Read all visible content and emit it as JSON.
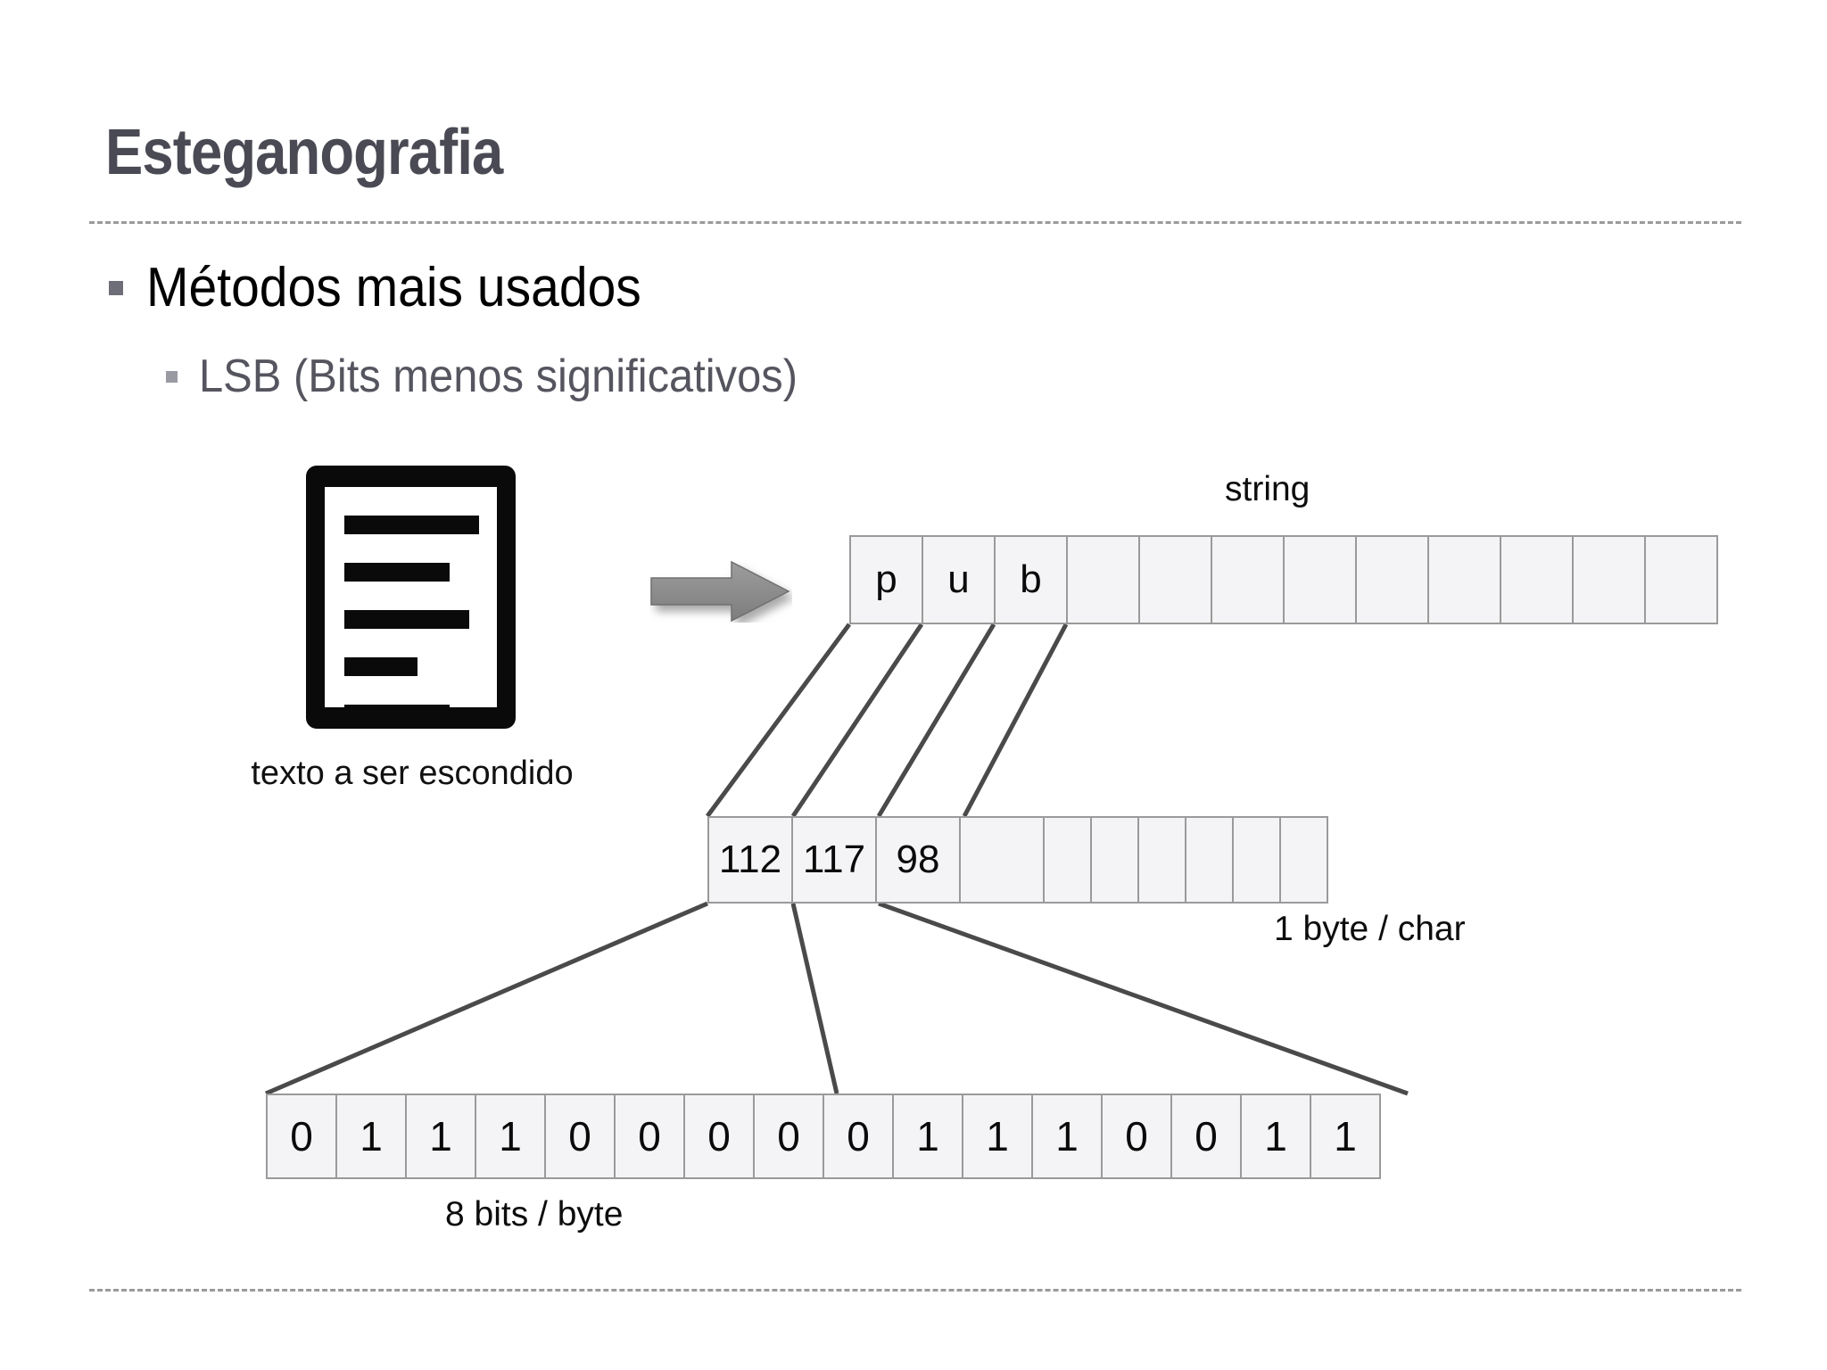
{
  "slide": {
    "title": "Esteganografia",
    "bullets": [
      {
        "level": 1,
        "text": "Métodos mais usados"
      },
      {
        "level": 2,
        "text": "LSB (Bits menos significativos)"
      }
    ]
  },
  "diagram": {
    "source_caption": "texto a ser escondido",
    "labels": {
      "string": "string",
      "byte_per_char": "1 byte / char",
      "bits_per_byte": "8 bits / byte"
    },
    "string_row": {
      "label": "string",
      "cells": [
        "p",
        "u",
        "b",
        "",
        "",
        "",
        "",
        "",
        "",
        "",
        "",
        ""
      ]
    },
    "byte_row": {
      "label": "1 byte / char",
      "cells": [
        "112",
        "117",
        "98",
        "",
        "",
        "",
        "",
        "",
        "",
        ""
      ]
    },
    "bits_row": {
      "label": "8 bits / byte",
      "cells": [
        "0",
        "1",
        "1",
        "1",
        "0",
        "0",
        "0",
        "0",
        "0",
        "1",
        "1",
        "1",
        "0",
        "0",
        "1",
        "1"
      ]
    }
  },
  "colors": {
    "title": "#4a4a55",
    "bullet_l1_text": "#000000",
    "bullet_l2_text": "#55555f",
    "rule": "#9a9a9a",
    "cell_fill": "#f4f4f6",
    "cell_border": "#9a9a9a",
    "connector": "#4a4a4a",
    "arrow": "#8c8c8c"
  }
}
